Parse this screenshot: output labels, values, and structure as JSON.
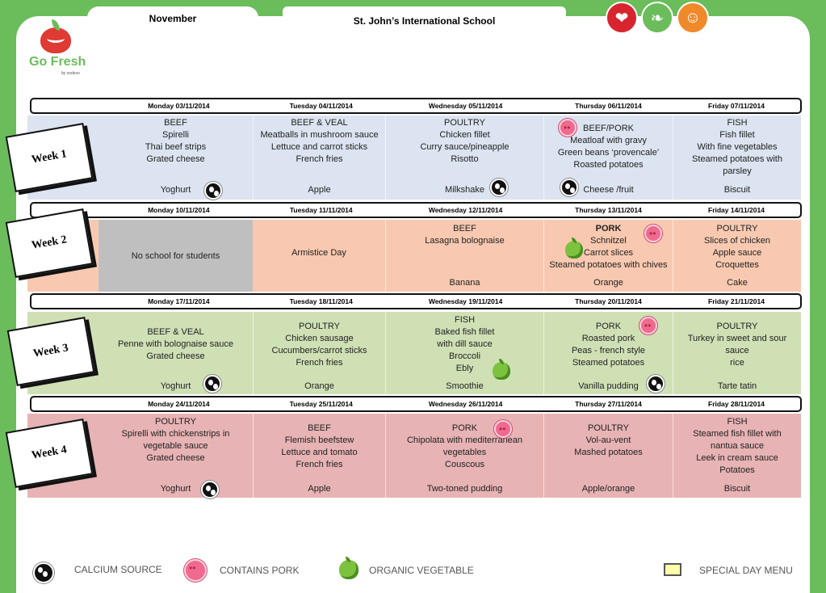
{
  "header": {
    "month": "November",
    "school": "St. John’s International School",
    "icons": [
      "heart-icon",
      "leaf-icon",
      "smile-icon"
    ]
  },
  "logo": {
    "text": "Go Fresh",
    "sub": "by sodexo"
  },
  "weeks": [
    {
      "label": "Week 1",
      "days": [
        "Monday 03/11/2014",
        "Tuesday 04/11/2014",
        "Wednesday 05/11/2014",
        "Thursday 06/11/2014",
        "Friday 07/11/2014"
      ],
      "mains": [
        [
          "BEEF",
          "Spirelli",
          "Thai beef strips",
          "Grated cheese"
        ],
        [
          "BEEF & VEAL",
          "Meatballs in mushroom sauce",
          "Lettuce and carrot sticks",
          "French fries"
        ],
        [
          "POULTRY",
          "Chicken fillet",
          "Curry sauce/pineapple",
          "Risotto"
        ],
        [
          "BEEF/PORK",
          "Meatloaf with gravy",
          "Green beans ‘provencale’",
          "Roasted potatoes"
        ],
        [
          "FISH",
          "Fish fillet",
          "With fine vegetables",
          "Steamed potatoes with",
          "parsley"
        ]
      ],
      "desserts": [
        "Yoghurt",
        "Apple",
        "Milkshake",
        "Cheese /fruit",
        "Biscuit"
      ]
    },
    {
      "label": "Week 2",
      "days": [
        "Monday 10/11/2014",
        "Tuesday 11/11/2014",
        "Wednesday 12/11/2014",
        "Thursday 13/11/2014",
        "Friday 14/11/2014"
      ],
      "mains": [
        [
          "No school for students"
        ],
        [
          "Armistice Day"
        ],
        [
          "BEEF",
          "",
          "Lasagna bolognaise"
        ],
        [
          "PORK",
          "Schnitzel",
          "Carrot slices",
          "Steamed potatoes with chives"
        ],
        [
          "POULTRY",
          "Slices of chicken",
          "Apple sauce",
          "Croquettes"
        ]
      ],
      "desserts": [
        "",
        "",
        "Banana",
        "Orange",
        "Cake"
      ]
    },
    {
      "label": "Week 3",
      "days": [
        "Monday 17/11/2014",
        "Tuesday 18/11/2014",
        "Wednesday 19/11/2014",
        "Thursday 20/11/2014",
        "Friday 21/11/2014"
      ],
      "mains": [
        [
          "BEEF & VEAL",
          "Penne with bolognaise sauce",
          "Grated cheese"
        ],
        [
          "POULTRY",
          "Chicken sausage",
          "Cucumbers/carrot sticks",
          "French fries"
        ],
        [
          "FISH",
          "Baked fish fillet",
          "with dill sauce",
          "Broccoli",
          "Ebly"
        ],
        [
          "PORK",
          "Roasted pork",
          "Peas - french style",
          "Steamed potatoes"
        ],
        [
          "POULTRY",
          "Turkey in sweet and sour",
          "sauce",
          "rice"
        ]
      ],
      "desserts": [
        "Yoghurt",
        "Orange",
        "Smoothie",
        "Vanilla pudding",
        "Tarte tatin"
      ]
    },
    {
      "label": "Week 4",
      "days": [
        "Monday 24/11/2014",
        "Tuesday 25/11/2014",
        "Wednesday 26/11/2014",
        "Thursday 27/11/2014",
        "Friday 28/11/2014"
      ],
      "mains": [
        [
          "POULTRY",
          "Spirelli with chickenstrips in",
          "vegetable sauce",
          "Grated cheese"
        ],
        [
          "BEEF",
          "Flemish beefstew",
          "Lettuce and tomato",
          "French fries"
        ],
        [
          "PORK",
          "Chipolata with  mediterranean",
          "vegetables",
          "Couscous"
        ],
        [
          "POULTRY",
          "Vol-au-vent",
          "Mashed potatoes"
        ],
        [
          "FISH",
          "Steamed fish fillet with",
          "nantua sauce",
          "Leek in cream sauce",
          "Potatoes"
        ]
      ],
      "desserts": [
        "Yoghurt",
        "Apple",
        "Two-toned pudding",
        "Apple/orange",
        "Biscuit"
      ]
    }
  ],
  "legend": {
    "calcium": "CALCIUM SOURCE",
    "pork": "CONTAINS PORK",
    "organic": "ORGANIC VEGETABLE",
    "special": "SPECIAL DAY MENU"
  },
  "colors": {
    "frame": "#6abd5a",
    "week1": "#dbe4f0",
    "week2": "#f8c9b0",
    "week3": "#cfe0b5",
    "week4": "#e7b3b4",
    "special_day": "#bfbfbf"
  }
}
